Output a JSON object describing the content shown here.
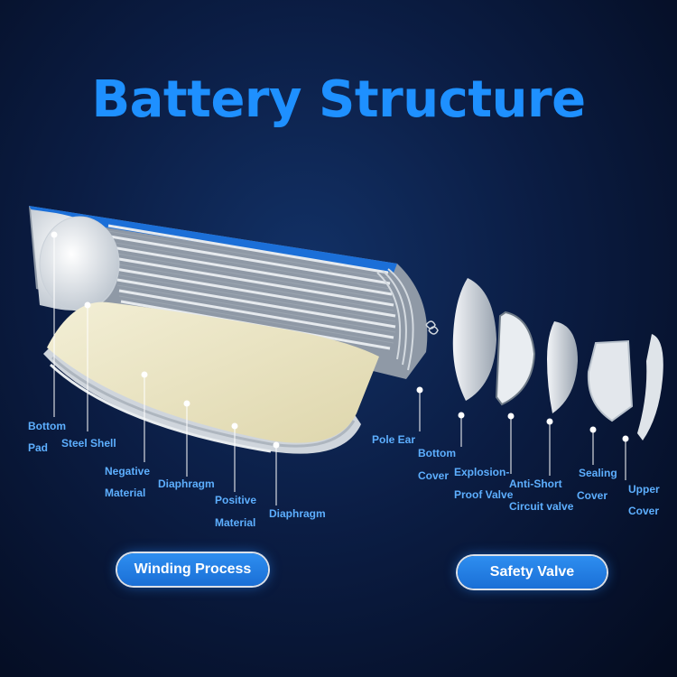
{
  "title": "Battery Structure",
  "labels": {
    "bottom_pad_1": "Bottom",
    "bottom_pad_2": "Pad",
    "steel_shell": "Steel Shell",
    "negative_1": "Negative",
    "negative_2": "Material",
    "diaphragm_1": "Diaphragm",
    "positive_1": "Positive",
    "positive_2": "Material",
    "diaphragm_2": "Diaphragm",
    "pole_ear": "Pole Ear",
    "bottom_cover_1": "Bottom",
    "bottom_cover_2": "Cover",
    "explosion_1": "Explosion-",
    "explosion_2": "Proof Valve",
    "anti_short_1": "Anti-Short",
    "anti_short_2": "Circuit valve",
    "sealing_1": "Sealing",
    "sealing_2": "Cover",
    "upper_1": "Upper",
    "upper_2": "Cover"
  },
  "buttons": {
    "winding": "Winding Process",
    "safety": "Safety Valve"
  },
  "colors": {
    "title": "#1e90ff",
    "label": "#5dafff",
    "shell_accent": "#1b6fd8"
  }
}
